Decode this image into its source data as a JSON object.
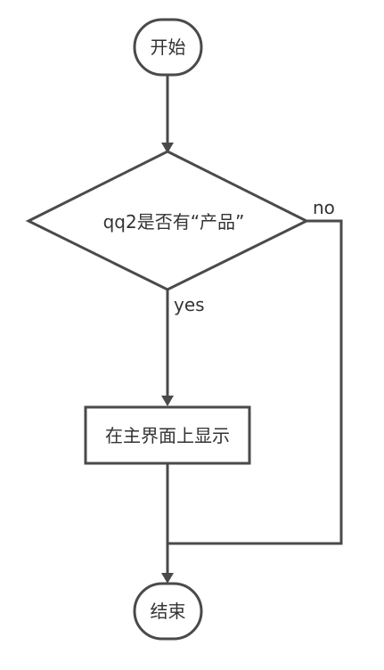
{
  "nodes": {
    "start": {
      "label": "开始",
      "shape": "rounded-terminal"
    },
    "decision": {
      "label": "qq2是否有“产品”",
      "shape": "diamond"
    },
    "process": {
      "label": "在主界面上显示",
      "shape": "rectangle"
    },
    "end": {
      "label": "结束",
      "shape": "rounded-terminal"
    }
  },
  "edges": [
    {
      "from": "start",
      "to": "decision",
      "label": ""
    },
    {
      "from": "decision",
      "to": "process",
      "label": "yes"
    },
    {
      "from": "decision",
      "to": "end",
      "label": "no"
    },
    {
      "from": "process",
      "to": "end",
      "label": ""
    }
  ],
  "colors": {
    "stroke": "#4a4a4a",
    "text": "#333333",
    "background": "#ffffff"
  }
}
